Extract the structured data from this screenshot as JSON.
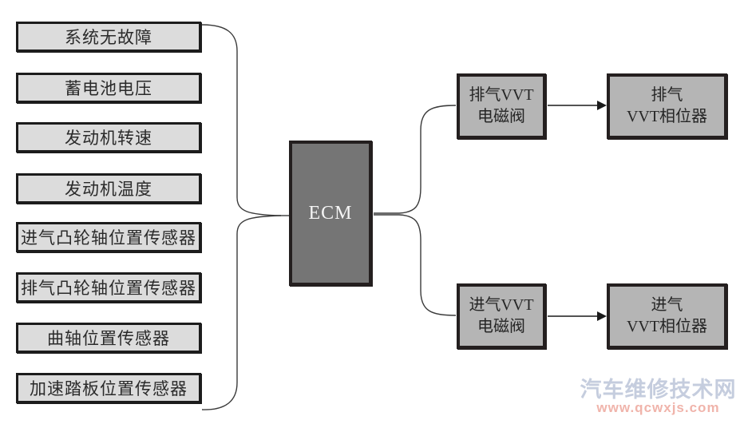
{
  "diagram": {
    "inputs": [
      {
        "label": "系统无故障"
      },
      {
        "label": "蓄电池电压"
      },
      {
        "label": "发动机转速"
      },
      {
        "label": "发动机温度"
      },
      {
        "label": "进气凸轮轴位置传感器"
      },
      {
        "label": "排气凸轮轴位置传感器"
      },
      {
        "label": "曲轴位置传感器"
      },
      {
        "label": "加速踏板位置传感器"
      }
    ],
    "controller": {
      "label": "ECM"
    },
    "outputs": [
      {
        "solenoid": {
          "line1": "排气VVT",
          "line2": "电磁阀"
        },
        "phaser": {
          "line1": "排气",
          "line2": "VVT相位器"
        }
      },
      {
        "solenoid": {
          "line1": "进气VVT",
          "line2": "电磁阀"
        },
        "phaser": {
          "line1": "进气",
          "line2": "VVT相位器"
        }
      }
    ]
  },
  "watermark": {
    "site_name": "汽车维修技术网",
    "site_url": "www.qcwxjs.com"
  },
  "colors": {
    "input_box_fill": "#dcdcdc",
    "ecm_fill": "#757575",
    "output_box_fill": "#b5b5b5",
    "box_border": "#1c1c1c",
    "connector_line": "#3a3a3a",
    "watermark_name": "#c5cdde",
    "watermark_url": "#f0b4ab"
  }
}
